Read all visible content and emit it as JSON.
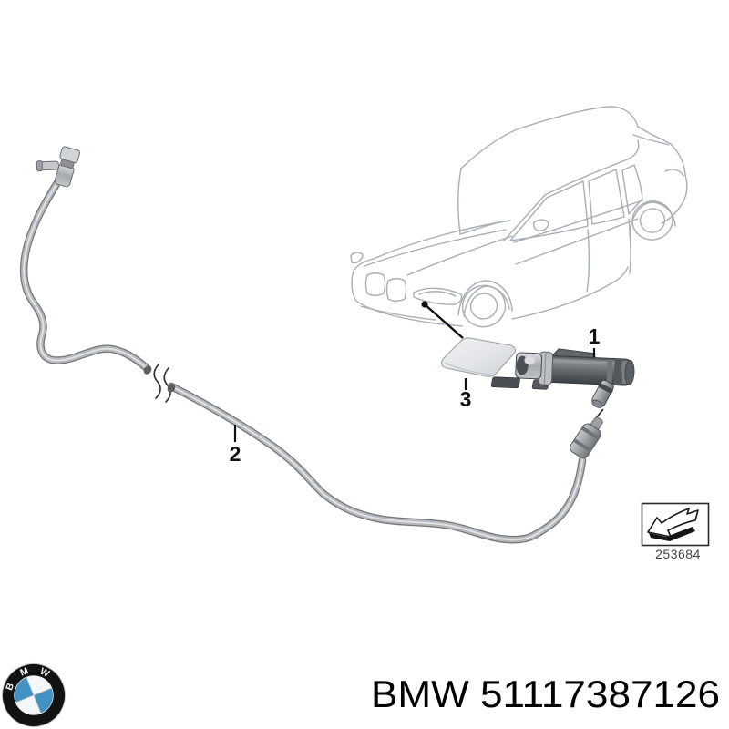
{
  "diagram": {
    "labels": {
      "l1": "1",
      "l2": "2",
      "l3": "3"
    },
    "reference_code": "253684"
  },
  "footer": {
    "logo": {
      "b": "B",
      "m": "M",
      "w": "W"
    },
    "part_text": "BMW 51117387126"
  },
  "colors": {
    "car_line": "#a8aeb3",
    "label_black": "#111111",
    "logo_blue": "#4293c4",
    "logo_ring": "#121212",
    "hose_mid": "#b4b8ba",
    "code_gray": "#444444"
  }
}
